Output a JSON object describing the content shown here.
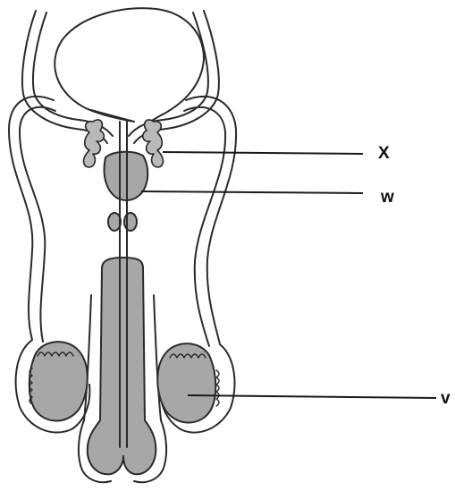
{
  "labels": {
    "x": "X",
    "w": "w",
    "v": "v"
  },
  "colors": {
    "outline": "#2a2a2a",
    "tissue_fill": "#a7a7a7",
    "background": "#ffffff"
  }
}
